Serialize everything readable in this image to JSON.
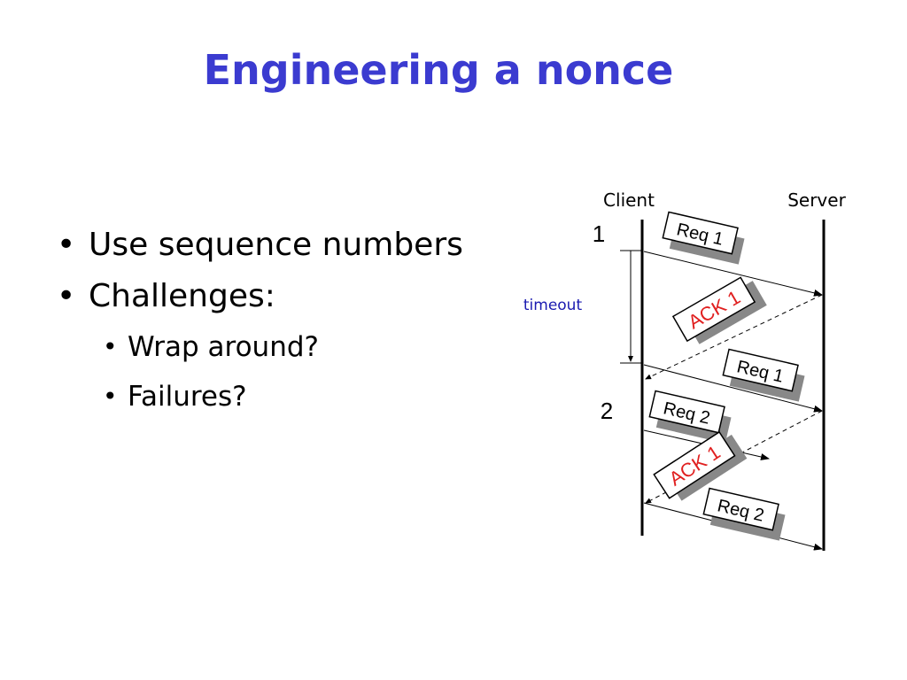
{
  "slide": {
    "title": "Engineering a nonce",
    "bullets": [
      "Use sequence numbers",
      "Challenges:"
    ],
    "sub_bullets": [
      "Wrap around?",
      "Failures?"
    ]
  },
  "diagram": {
    "client_label": "Client",
    "server_label": "Server",
    "seq_1": "1",
    "seq_2": "2",
    "timeout_label": "timeout",
    "messages": [
      "Req 1",
      "ACK 1",
      "Req 1",
      "Req 2",
      "ACK 1",
      "Req 2"
    ]
  },
  "colors": {
    "title": "#3b3bd0",
    "ack": "#e02020",
    "timeout": "#1a1ab0"
  }
}
